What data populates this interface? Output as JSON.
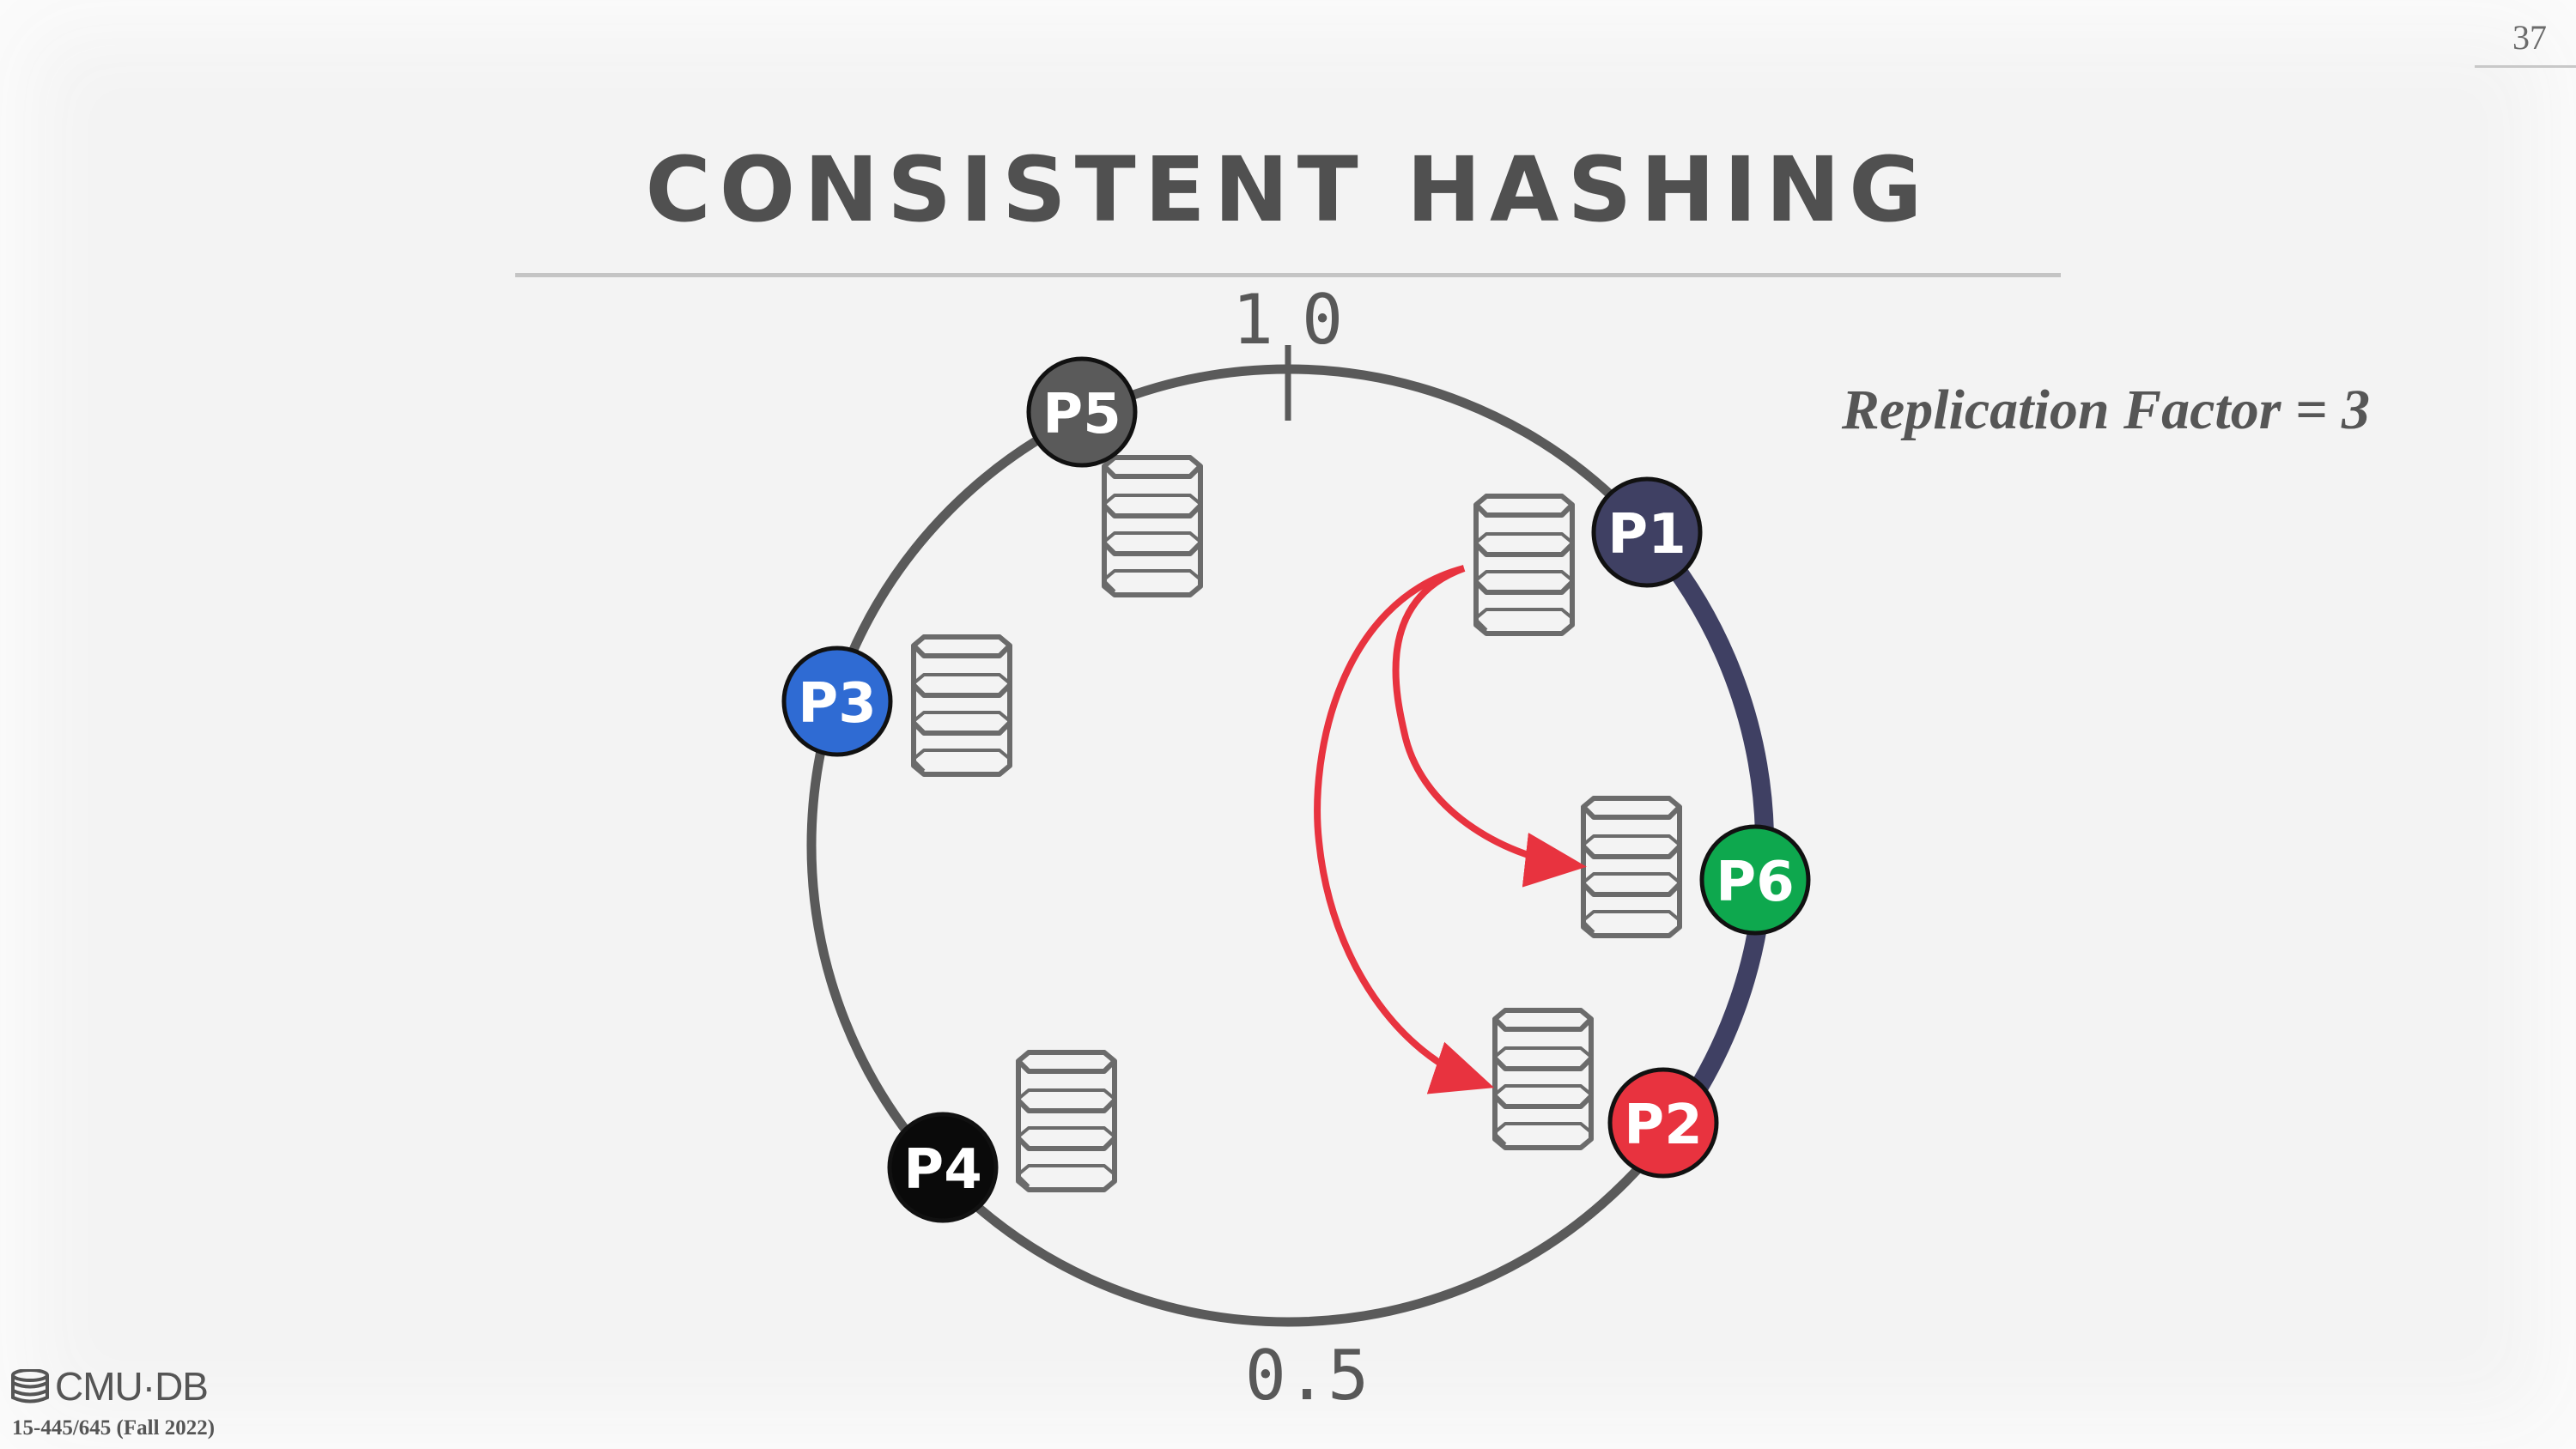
{
  "slide": {
    "number": "37",
    "title": "CONSISTENT HASHING",
    "annotation": "Replication Factor = 3"
  },
  "ring": {
    "top_label": "1",
    "top_label_right": "0",
    "bottom_label": "0.5",
    "ring_color": "#5a5a5a",
    "replica_arc_color": "#3f4063",
    "arrow_color": "#e8333f",
    "partitions": [
      {
        "id": "p5",
        "label": "P5",
        "color": "#5a5a5a"
      },
      {
        "id": "p1",
        "label": "P1",
        "color": "#3f4063"
      },
      {
        "id": "p3",
        "label": "P3",
        "color": "#2f6bd3"
      },
      {
        "id": "p6",
        "label": "P6",
        "color": "#0ea84e"
      },
      {
        "id": "p2",
        "label": "P2",
        "color": "#e8333f"
      },
      {
        "id": "p4",
        "label": "P4",
        "color": "#0a0a0a"
      }
    ]
  },
  "footer": {
    "logo_text": "CMU·DB",
    "course": "15-445/645 (Fall 2022)"
  }
}
